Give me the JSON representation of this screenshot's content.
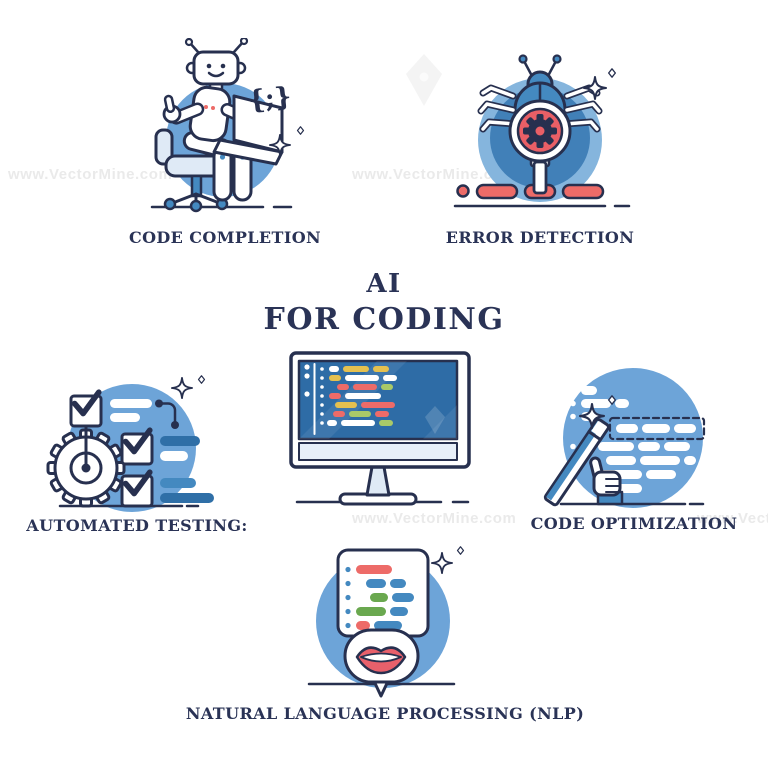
{
  "title": {
    "line1": "AI",
    "line2": "FOR CODING"
  },
  "features": [
    {
      "id": "code-completion",
      "label": "CODE COMPLETION"
    },
    {
      "id": "error-detection",
      "label": "ERROR DETECTION"
    },
    {
      "id": "automated-testing",
      "label": "AUTOMATED TESTING:"
    },
    {
      "id": "code-optimization",
      "label": "CODE OPTIMIZATION"
    },
    {
      "id": "natural-language-processing",
      "label": "NATURAL LANGUAGE PROCESSING (NLP)"
    }
  ],
  "decor": {
    "code_braces": "{;}"
  },
  "watermark": {
    "text": "www.VectorMine.com"
  },
  "colors": {
    "outline": "#27304f",
    "label_navy": "#2a3356",
    "circle_blue": "#6da4d8",
    "circle_blue_dark": "#4180b8",
    "circle_blue_light": "#85b5dd",
    "mid_blue": "#4489c0",
    "deep_blue": "#2f6fa7",
    "screen_blue": "#2e6ca6",
    "light_fill": "#dfeaf6",
    "accent_red": "#ed6b68",
    "lens_red": "#e95f66",
    "lips_red": "#e8606b",
    "accent_yellow": "#e5c04f",
    "accent_green": "#a9c968",
    "watermark_gray": "#eaeaea"
  }
}
